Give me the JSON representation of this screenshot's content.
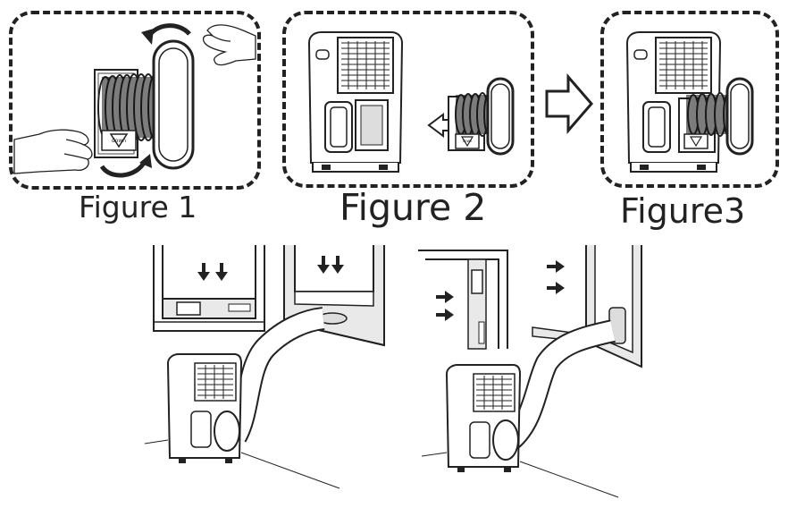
{
  "figures": [
    {
      "caption": "Figure 1",
      "down_label": "down"
    },
    {
      "caption": "Figure 2",
      "down_label": "down"
    },
    {
      "caption": "Figure3"
    }
  ],
  "icons": {
    "rotate": "curved-rotation-arrow-icon",
    "insert": "outline-left-arrow-icon",
    "next_step": "outline-right-arrow-icon",
    "push_down": "double-down-arrow-icon",
    "push_right": "double-right-arrow-icon"
  },
  "colors": {
    "line": "#222222",
    "frame_fill": "#e9e9e9",
    "panel_border": "#222222"
  }
}
